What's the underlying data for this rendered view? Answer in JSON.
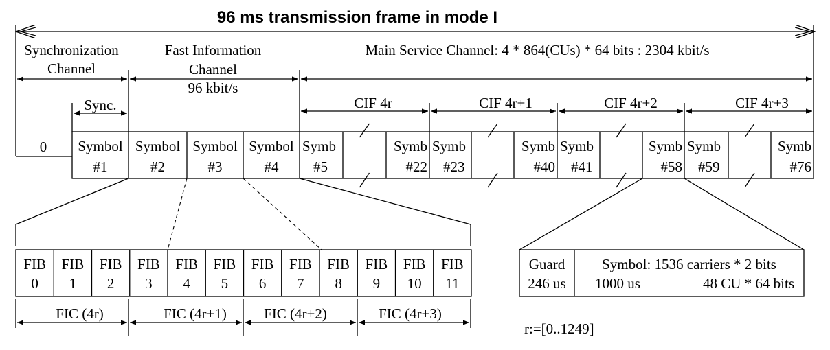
{
  "title": "96 ms transmission frame in mode I",
  "channels": {
    "sync_line1": "Synchronization",
    "sync_line2": "Channel",
    "fic_line1": "Fast Information",
    "fic_line2": "Channel",
    "fic_rate": "96 kbit/s",
    "msc": "Main Service Channel: 4 * 864(CUs) * 64 bits : 2304 kbit/s",
    "sync_short": "Sync."
  },
  "cifs": [
    "CIF 4r",
    "CIF 4r+1",
    "CIF 4r+2",
    "CIF 4r+3"
  ],
  "zero_label": "0",
  "symbols": [
    {
      "top": "Symbol",
      "bottom": "#1"
    },
    {
      "top": "Symbol",
      "bottom": "#2"
    },
    {
      "top": "Symbol",
      "bottom": "#3"
    },
    {
      "top": "Symbol",
      "bottom": "#4"
    },
    {
      "top": "Symb",
      "bottom": "#5"
    },
    {
      "top": "",
      "bottom": ""
    },
    {
      "top": "Symb",
      "bottom": "#22"
    },
    {
      "top": "Symb",
      "bottom": "#23"
    },
    {
      "top": "",
      "bottom": ""
    },
    {
      "top": "Symb",
      "bottom": "#40"
    },
    {
      "top": "Symb",
      "bottom": "#41"
    },
    {
      "top": "",
      "bottom": ""
    },
    {
      "top": "Symb",
      "bottom": "#58"
    },
    {
      "top": "Symb",
      "bottom": "#59"
    },
    {
      "top": "",
      "bottom": ""
    },
    {
      "top": "Symb",
      "bottom": "#76"
    }
  ],
  "fibs": [
    {
      "top": "FIB",
      "bottom": "0"
    },
    {
      "top": "FIB",
      "bottom": "1"
    },
    {
      "top": "FIB",
      "bottom": "2"
    },
    {
      "top": "FIB",
      "bottom": "3"
    },
    {
      "top": "FIB",
      "bottom": "4"
    },
    {
      "top": "FIB",
      "bottom": "5"
    },
    {
      "top": "FIB",
      "bottom": "6"
    },
    {
      "top": "FIB",
      "bottom": "7"
    },
    {
      "top": "FIB",
      "bottom": "8"
    },
    {
      "top": "FIB",
      "bottom": "9"
    },
    {
      "top": "FIB",
      "bottom": "10"
    },
    {
      "top": "FIB",
      "bottom": "11"
    }
  ],
  "fics": [
    "FIC (4r)",
    "FIC (4r+1)",
    "FIC (4r+2)",
    "FIC (4r+3)"
  ],
  "ofdm_symbol": {
    "guard": "Guard",
    "guard_time": "246 us",
    "symbol": "Symbol: 1536 carriers * 2 bits",
    "symbol_time": "1000 us",
    "symbol_cu": "48 CU * 64 bits"
  },
  "r_range": "r:=[0..1249]"
}
